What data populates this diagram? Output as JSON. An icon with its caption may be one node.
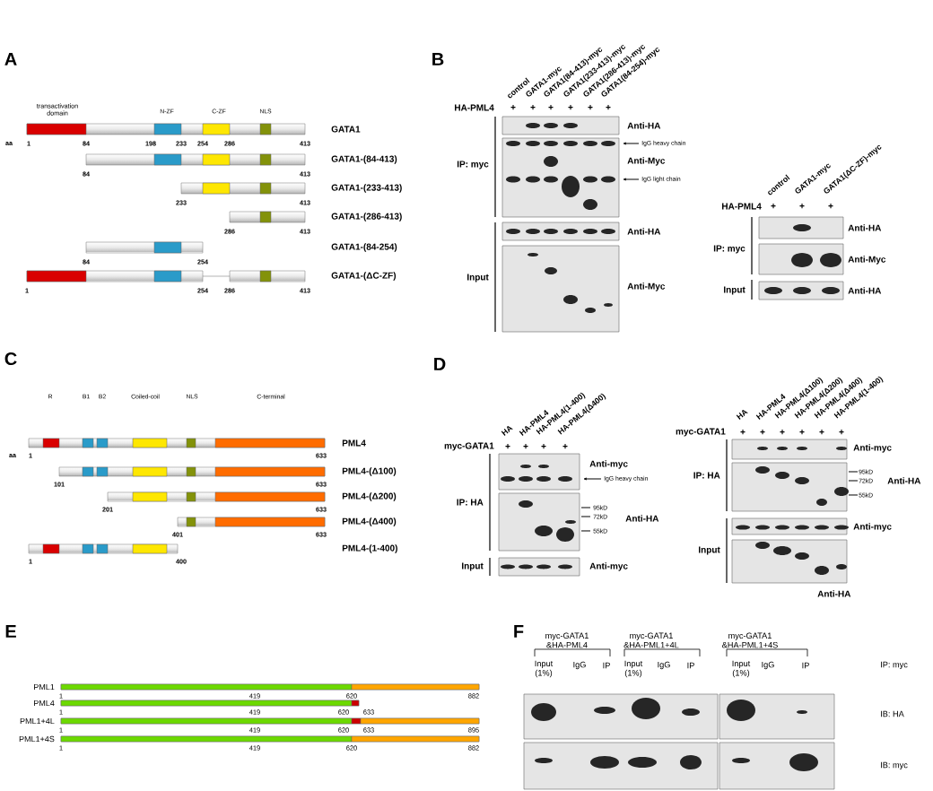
{
  "diagram": {
    "labels": [
      "A",
      "transactivation domain",
      "N-ZF",
      "C-ZF",
      "NLS",
      "GATA1",
      "aa",
      "1",
      "84",
      "198",
      "233",
      "254",
      "286",
      "413",
      "GATA1-(84-413)",
      "84",
      "413",
      "GATA1-(233-413)",
      "233",
      "413",
      "GATA1-(286-413)",
      "286",
      "413",
      "GATA1-(84-254)",
      "84",
      "254",
      "GATA1-(ΔC-ZF)",
      "1",
      "254",
      "286",
      "413",
      "B",
      "control",
      "GATA1-myc",
      "GATA1(84-413)-myc",
      "GATA1(233-413)-myc",
      "GATA1(286-413)-myc",
      "GATA1(84-254)-myc",
      "HA-PML4",
      "+",
      "+",
      "+",
      "+",
      "+",
      "+",
      "Anti-HA",
      "IgG heavy chain",
      "IP: myc",
      "Anti-Myc",
      "IgG light chain",
      "Anti-HA",
      "Input",
      "Anti-Myc",
      "control",
      "GATA1-myc",
      "GATA1(ΔC-ZF)-myc",
      "HA-PML4",
      "+",
      "+",
      "+",
      "Anti-HA",
      "IP: myc",
      "Anti-Myc",
      "Input",
      "Anti-HA",
      "C",
      "R",
      "B1",
      "B2",
      "Coiled-coil",
      "NLS",
      "C-terminal",
      "PML4",
      "aa",
      "1",
      "633",
      "PML4-(Δ100)",
      "101",
      "633",
      "PML4-(Δ200)",
      "201",
      "633",
      "PML4-(Δ400)",
      "401",
      "633",
      "PML4-(1-400)",
      "1",
      "400",
      "D",
      "HA",
      "HA-PML4",
      "HA-PML4(1-400)",
      "HA-PML4(Δ400)",
      "myc-GATA1",
      "+",
      "+",
      "+",
      "+",
      "Anti-myc",
      "IgG heavy chain",
      "IP: HA",
      "95kD",
      "72kD",
      "Anti-HA",
      "55kD",
      "Input",
      "Anti-myc",
      "HA",
      "HA-PML4",
      "HA-PML4(Δ100)",
      "HA-PML4(Δ200)",
      "HA-PML4(Δ400)",
      "HA-PML4(1-400)",
      "myc-GATA1",
      "+",
      "+",
      "+",
      "+",
      "+",
      "+",
      "Anti-myc",
      "95kD",
      "IP: HA",
      "72kD",
      "Anti-HA",
      "55kD",
      "Anti-myc",
      "Input",
      "Anti-HA",
      "E",
      "PML1",
      "1",
      "419",
      "620",
      "882",
      "PML4",
      "1",
      "419",
      "620",
      "633",
      "PML1+4L",
      "1",
      "419",
      "620",
      "633",
      "895",
      "PML1+4S",
      "1",
      "419",
      "620",
      "882",
      "F",
      "myc-GATA1 &HA-PML4",
      "myc-GATA1 &HA-PML1+4L",
      "myc-GATA1 &HA-PML1+4S",
      "Input (1%)",
      "IgG",
      "IP",
      "Input (1%)",
      "IgG",
      "IP",
      "Input (1%)",
      "IgG",
      "IP",
      "IP: myc",
      "IB: HA",
      "IB: myc"
    ]
  }
}
